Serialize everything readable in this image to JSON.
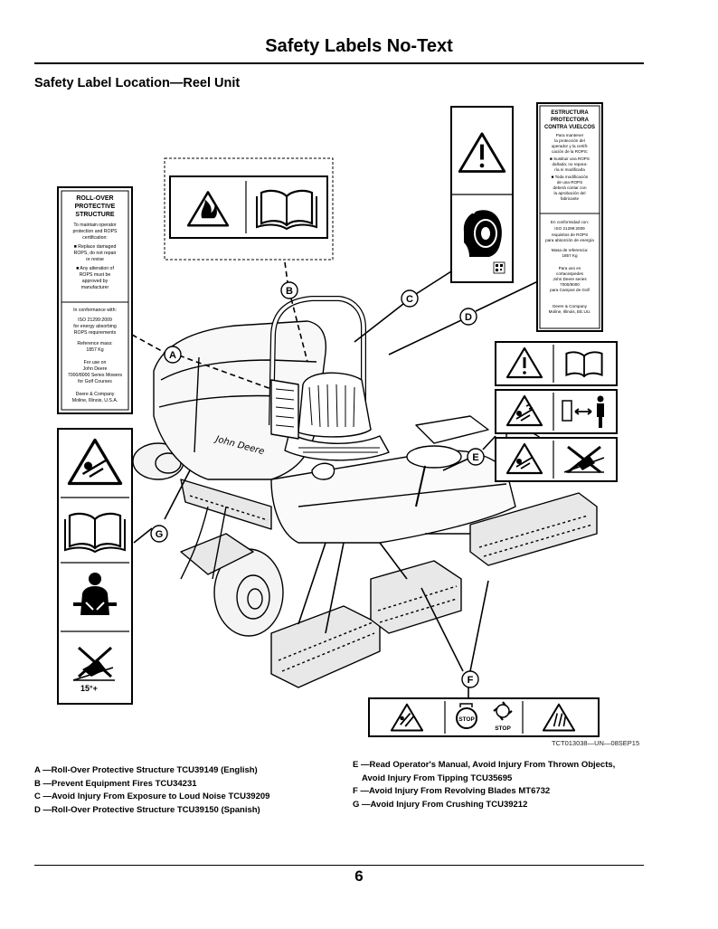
{
  "page_title": "Safety Labels No-Text",
  "section_heading": "Safety Label Location—Reel Unit",
  "figure_code": "TCT013038—UN—08SEP15",
  "callouts": [
    "A",
    "B",
    "C",
    "D",
    "E",
    "F",
    "G"
  ],
  "rops_en": {
    "heading": [
      "ROLL-OVER",
      "PROTECTIVE",
      "STRUCTURE"
    ],
    "intro": [
      "To maintain operator",
      "protection and ROPS",
      "certification:"
    ],
    "bullet1": [
      "■ Replace damaged",
      "ROPS, do not repair",
      "or revise"
    ],
    "bullet2": [
      "■ Any alteration of",
      "ROPS must be",
      "approved by",
      "manufacturer"
    ],
    "conformance": [
      "In conformance with:",
      "ISO 21299:2009",
      "for energy absorbing",
      "ROPS requirements"
    ],
    "mass": [
      "Reference mass:",
      "1857 Kg"
    ],
    "use": [
      "For use on",
      "John Deere",
      "7000/8000 Series Mowers",
      "for Golf Courses"
    ],
    "maker": [
      "Deere & Company",
      "Moline, Illinois, U.S.A."
    ]
  },
  "rops_es": {
    "heading": [
      "ESTRUCTURA",
      "PROTECTORA",
      "CONTRA VUELCOS"
    ],
    "intro": [
      "Para mantener",
      "la protección del",
      "operador y la certifi-",
      "cación de la ROPS:"
    ],
    "bullet1": [
      "■ Sustituir una ROPS",
      "dañada; no repara-",
      "ría ni modificarla"
    ],
    "bullet2": [
      "■ Toda modificación",
      "de una ROPS",
      "deberá contar con",
      "la aprobación del",
      "fabricante"
    ],
    "conformance": [
      "En conformidad con:",
      "ISO 21299:2009",
      "requisitos de ROPS",
      "para absorción de energía"
    ],
    "mass": [
      "Masa de referencia:",
      "1857 Kg"
    ],
    "use": [
      "Para uso en",
      "cortacespedes",
      "John Deere series",
      "7000/8000",
      "para Campos de Golf"
    ],
    "maker": [
      "Deere & Company",
      "Moline, Illinois, EE.UU."
    ]
  },
  "decal_text": {
    "angle": "15°+",
    "stop1": "STOP",
    "stop2": "STOP"
  },
  "legend_left": [
    {
      "letter": "A",
      "text": "—Roll-Over Protective Structure TCU39149 (English)"
    },
    {
      "letter": "B",
      "text": "—Prevent Equipment Fires TCU34231"
    },
    {
      "letter": "C",
      "text": "—Avoid Injury From Exposure to Loud Noise TCU39209"
    },
    {
      "letter": "D",
      "text": "—Roll-Over Protective Structure TCU39150 (Spanish)"
    }
  ],
  "legend_right": [
    {
      "letter": "E",
      "text": "—Read Operator's Manual, Avoid Injury From Thrown Objects,",
      "cont": "Avoid Injury From Tipping TCU35695"
    },
    {
      "letter": "F",
      "text": "—Avoid Injury From Revolving Blades MT6732"
    },
    {
      "letter": "G",
      "text": "—Avoid Injury From Crushing TCU39212"
    }
  ],
  "page_number": "6"
}
